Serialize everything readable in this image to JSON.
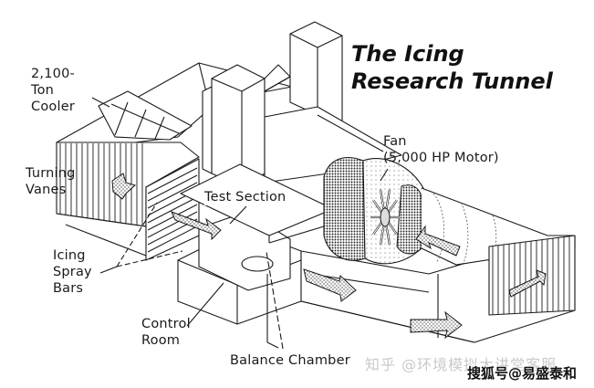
{
  "title": {
    "line1": "The Icing",
    "line2": "Research Tunnel"
  },
  "labels": {
    "cooler": "2,100-\nTon\nCooler",
    "turning_vanes": "Turning\nVanes",
    "spray_bars": "Icing\nSpray\nBars",
    "control_room": "Control\nRoom",
    "balance_chamber": "Balance Chamber",
    "test_section": "Test Section",
    "fan": "Fan\n(5,000 HP Motor)"
  },
  "watermarks": {
    "zhihu": "知乎 @环境模拟大讲堂客服",
    "sohu": "搜狐号@易盛泰和"
  },
  "colors": {
    "line": "#1a1a1a",
    "background": "#ffffff",
    "stipple": "#555555",
    "watermark_light": "#c9c9c9"
  }
}
